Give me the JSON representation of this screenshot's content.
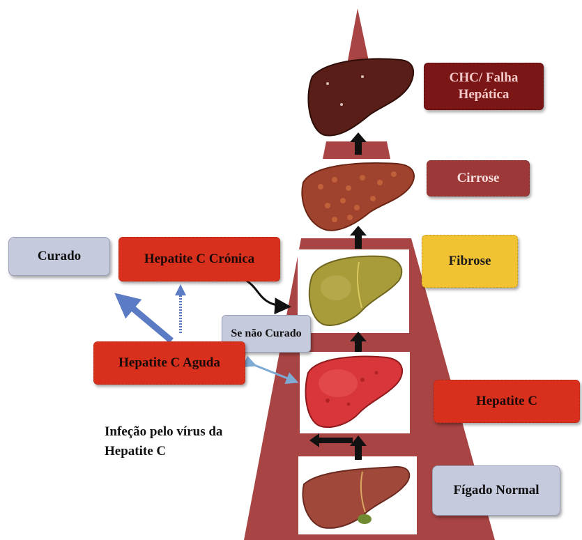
{
  "stages": {
    "chc": "CHC/ Falha Hepática",
    "cirrose": "Cirrose",
    "fibrose": "Fibrose",
    "hepatite_c": "Hepatite C",
    "figado_normal": "Fígado Normal"
  },
  "branches": {
    "curado": "Curado",
    "cronica": "Hepatite C Crónica",
    "aguda": "Hepatite C Aguda",
    "se_nao_curado": "Se não Curado"
  },
  "infection_label": "Infeção pelo vírus da Hepatite C",
  "colors": {
    "pyramid": "#a84444",
    "box_red": "#d9301d",
    "box_gray": "#c5cadd",
    "box_dark": "#7a1616",
    "box_mid": "#9c3838",
    "box_yellow": "#f1c232",
    "arrow_blue": "#5b7bc4",
    "arrow_lightblue": "#7faad4"
  }
}
